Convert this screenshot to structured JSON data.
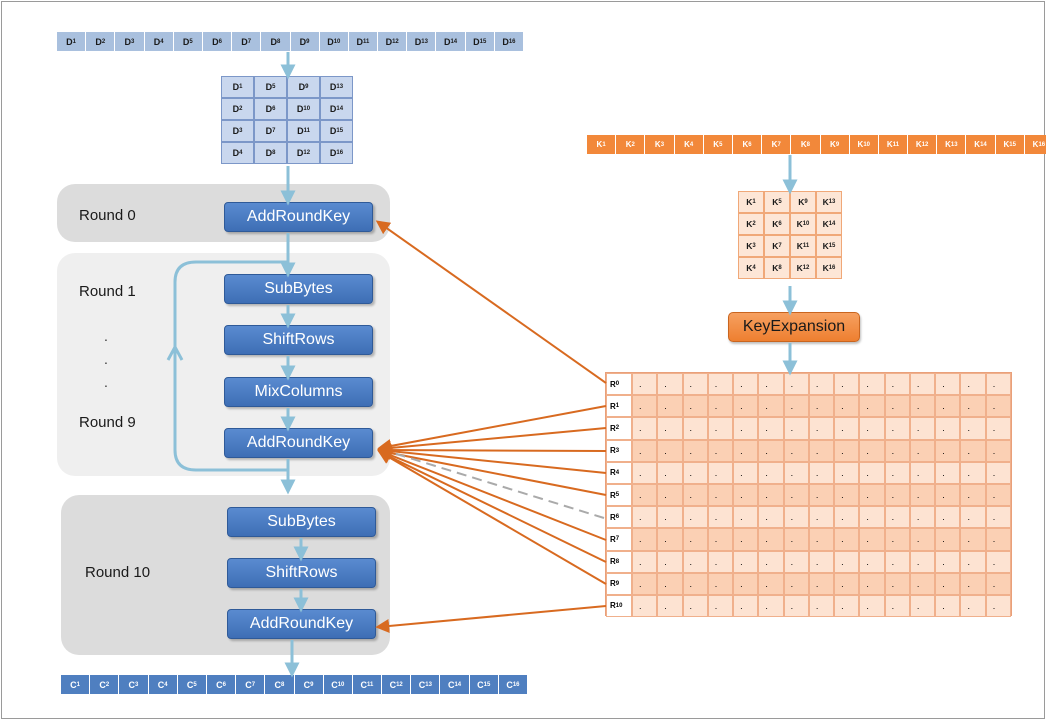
{
  "input_blocks": [
    "D1",
    "D2",
    "D3",
    "D4",
    "D5",
    "D6",
    "D7",
    "D8",
    "D9",
    "D10",
    "D11",
    "D12",
    "D13",
    "D14",
    "D15",
    "D16"
  ],
  "state_matrix": [
    [
      "D1",
      "D5",
      "D9",
      "D13"
    ],
    [
      "D2",
      "D6",
      "D10",
      "D14"
    ],
    [
      "D3",
      "D7",
      "D11",
      "D15"
    ],
    [
      "D4",
      "D8",
      "D12",
      "D16"
    ]
  ],
  "key_blocks": [
    "K1",
    "K2",
    "K3",
    "K4",
    "K5",
    "K6",
    "K7",
    "K8",
    "K9",
    "K10",
    "K11",
    "K12",
    "K13",
    "K14",
    "K15",
    "K16"
  ],
  "key_matrix": [
    [
      "K1",
      "K5",
      "K9",
      "K13"
    ],
    [
      "K2",
      "K6",
      "K10",
      "K14"
    ],
    [
      "K3",
      "K7",
      "K11",
      "K15"
    ],
    [
      "K4",
      "K8",
      "K12",
      "K16"
    ]
  ],
  "output_blocks": [
    "C1",
    "C2",
    "C3",
    "C4",
    "C5",
    "C6",
    "C7",
    "C8",
    "C9",
    "C10",
    "C11",
    "C12",
    "C13",
    "C14",
    "C15",
    "C16"
  ],
  "rounds": {
    "round0_label": "Round 0",
    "round1_label": "Round 1",
    "round9_label": "Round 9",
    "round10_label": "Round 10",
    "ellipsis": "."
  },
  "steps": {
    "add_round_key": "AddRoundKey",
    "sub_bytes": "SubBytes",
    "shift_rows": "ShiftRows",
    "mix_columns": "MixColumns"
  },
  "key_expansion_label": "KeyExpansion",
  "round_keys": {
    "rows": [
      "R0",
      "R1",
      "R2",
      "R3",
      "R4",
      "R5",
      "R6",
      "R7",
      "R8",
      "R9",
      "R10"
    ],
    "cell_text": ".",
    "columns": 15
  },
  "colors": {
    "data_light": "#a9c0de",
    "data_dark": "#4f7fc0",
    "key_orange": "#f2883a",
    "step_blue": "#4a7cc4",
    "arrow_orange": "#d86a20",
    "flow_arrow": "#8cc0d8"
  }
}
